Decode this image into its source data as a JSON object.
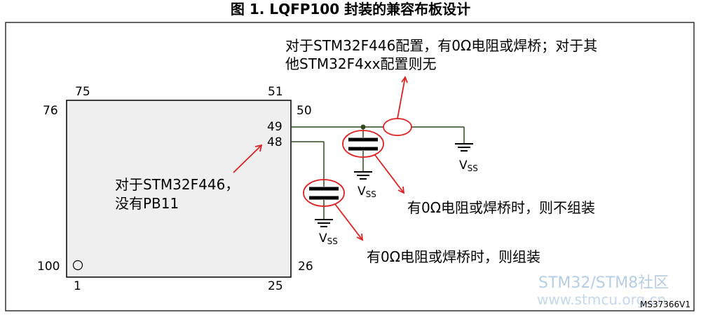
{
  "title": "图 1. LQFP100 封装的兼容布板设计",
  "pins": {
    "p75": "75",
    "p51": "51",
    "p76": "76",
    "p50": "50",
    "p49": "49",
    "p48": "48",
    "p100": "100",
    "p26": "26",
    "p1": "1",
    "p25": "25"
  },
  "notes": {
    "top_line1": "对于STM32F446配置，有0Ω电阻或焊桥；对于其",
    "top_line2": "他STM32F4xx配置则无",
    "left_line1": "对于STM32F446，",
    "left_line2": "没有PB11",
    "cap1": "有0Ω电阻或焊桥时，则不组装",
    "cap2": "有0Ω电阻或焊桥时，则组装"
  },
  "vss": {
    "label": "V",
    "sub": "SS"
  },
  "ref": "MS37366V1",
  "watermark": {
    "line1": "STM32/STM8社区",
    "line2": "www.stmcu.org.cn"
  },
  "colors": {
    "chip_fill": "#efefef",
    "wire": "#2f4a1f",
    "callout": "#e02020"
  }
}
